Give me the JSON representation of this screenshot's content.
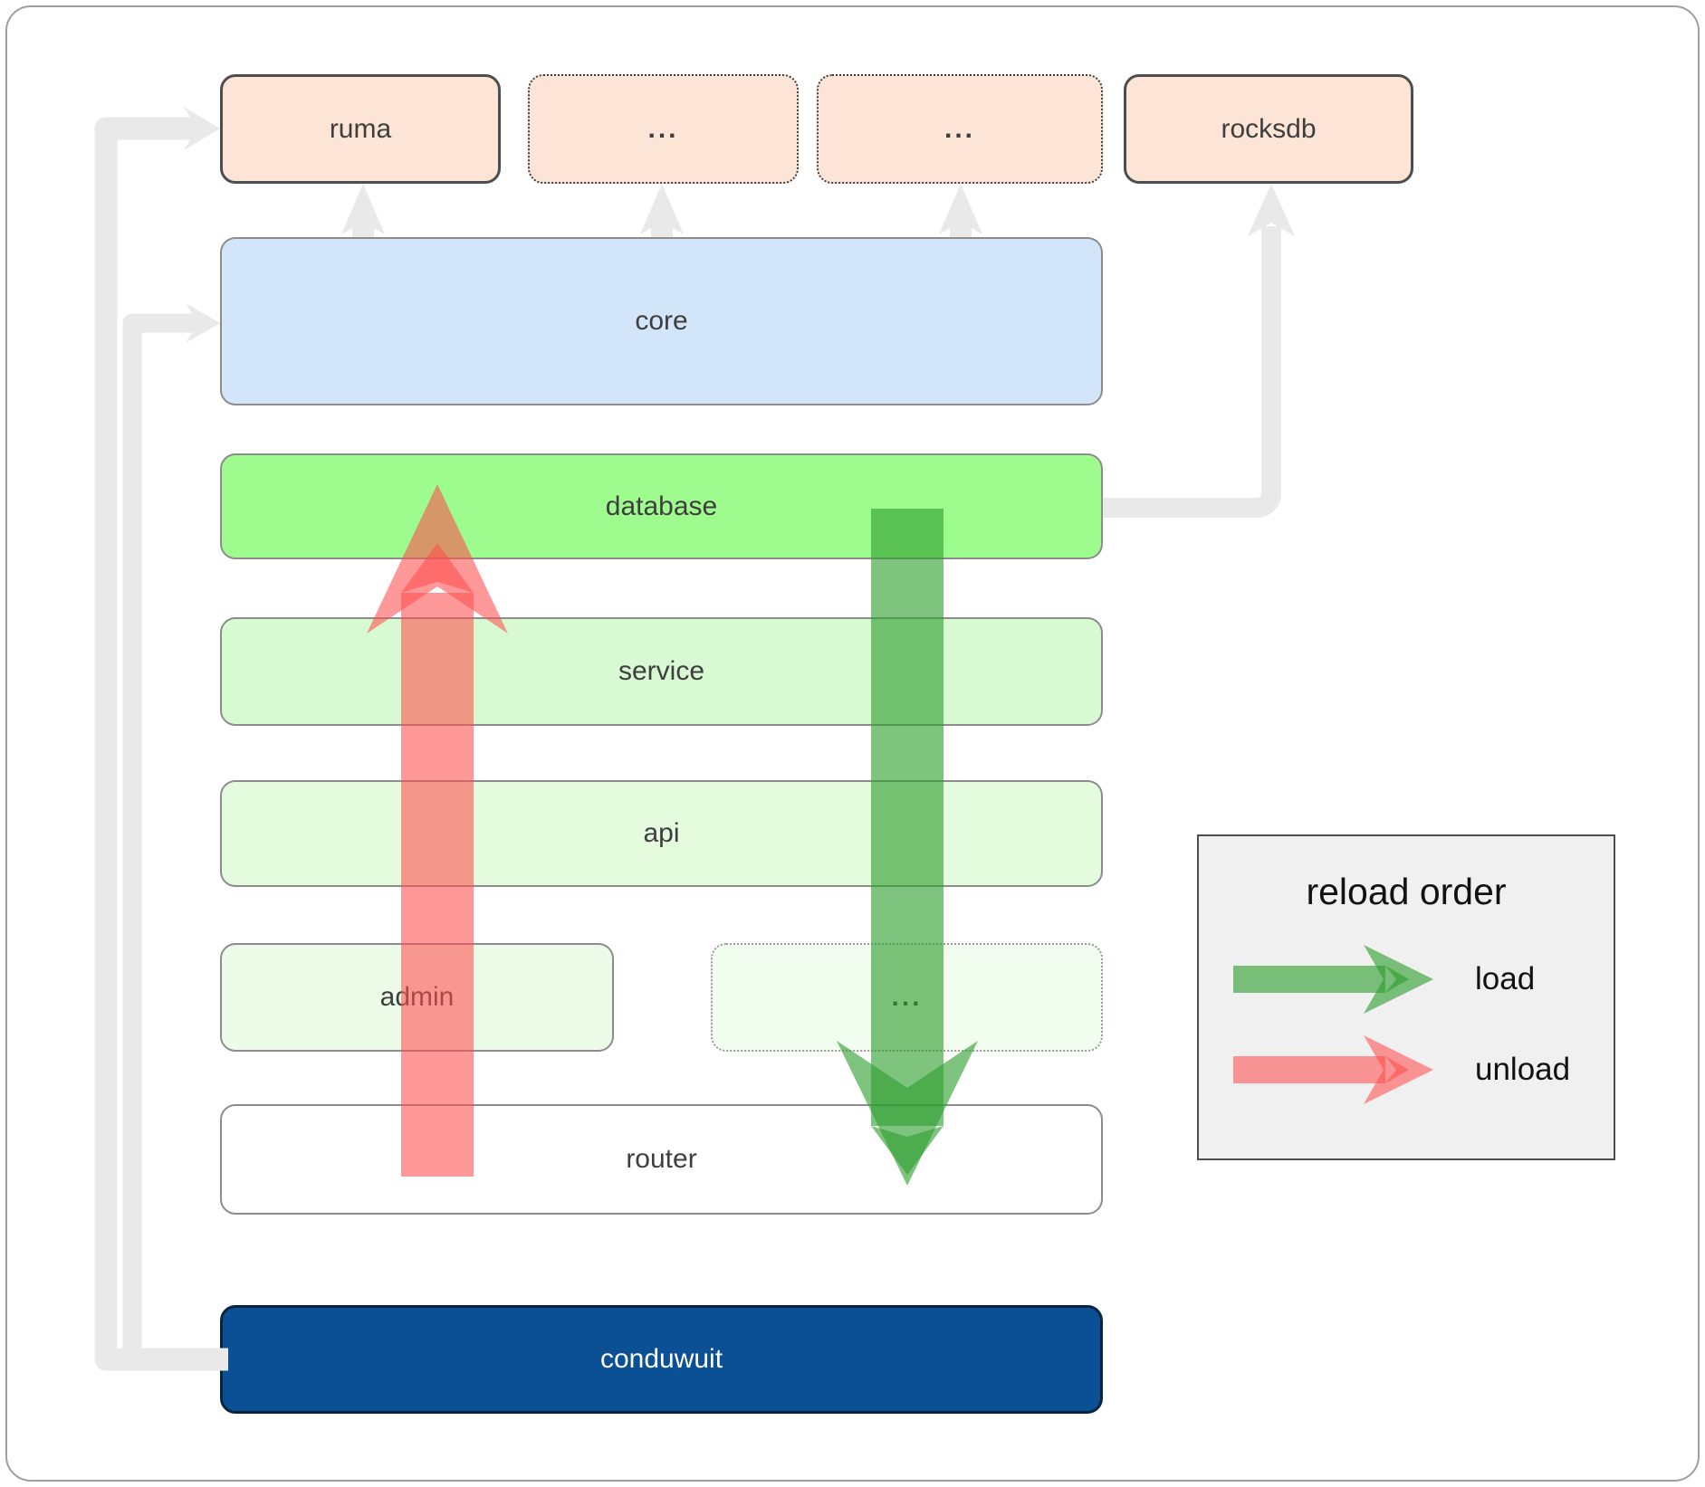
{
  "diagram": {
    "top_row": {
      "ruma": "ruma",
      "dots1": "...",
      "dots2": "...",
      "rocksdb": "rocksdb"
    },
    "layers": {
      "core": "core",
      "database": "database",
      "service": "service",
      "api": "api",
      "admin": "admin",
      "admin_dots": "...",
      "router": "router",
      "conduwuit": "conduwuit"
    }
  },
  "legend": {
    "title": "reload order",
    "load": "load",
    "unload": "unload"
  },
  "colors": {
    "peach": "#fce5d6",
    "blue": "#d3e5f9",
    "green_bright": "#9efb8d",
    "green_light": "#d8fad2",
    "green_lighter": "#e4fbde",
    "green_faint": "#edfce9",
    "green_faintest": "#f1fdee",
    "navy": "#0b4f94",
    "arrow_green": "#2e9e2e",
    "arrow_red": "#ff4d4d",
    "connector_gray": "#e9e9e9",
    "legend_bg": "#f0f0f0"
  }
}
